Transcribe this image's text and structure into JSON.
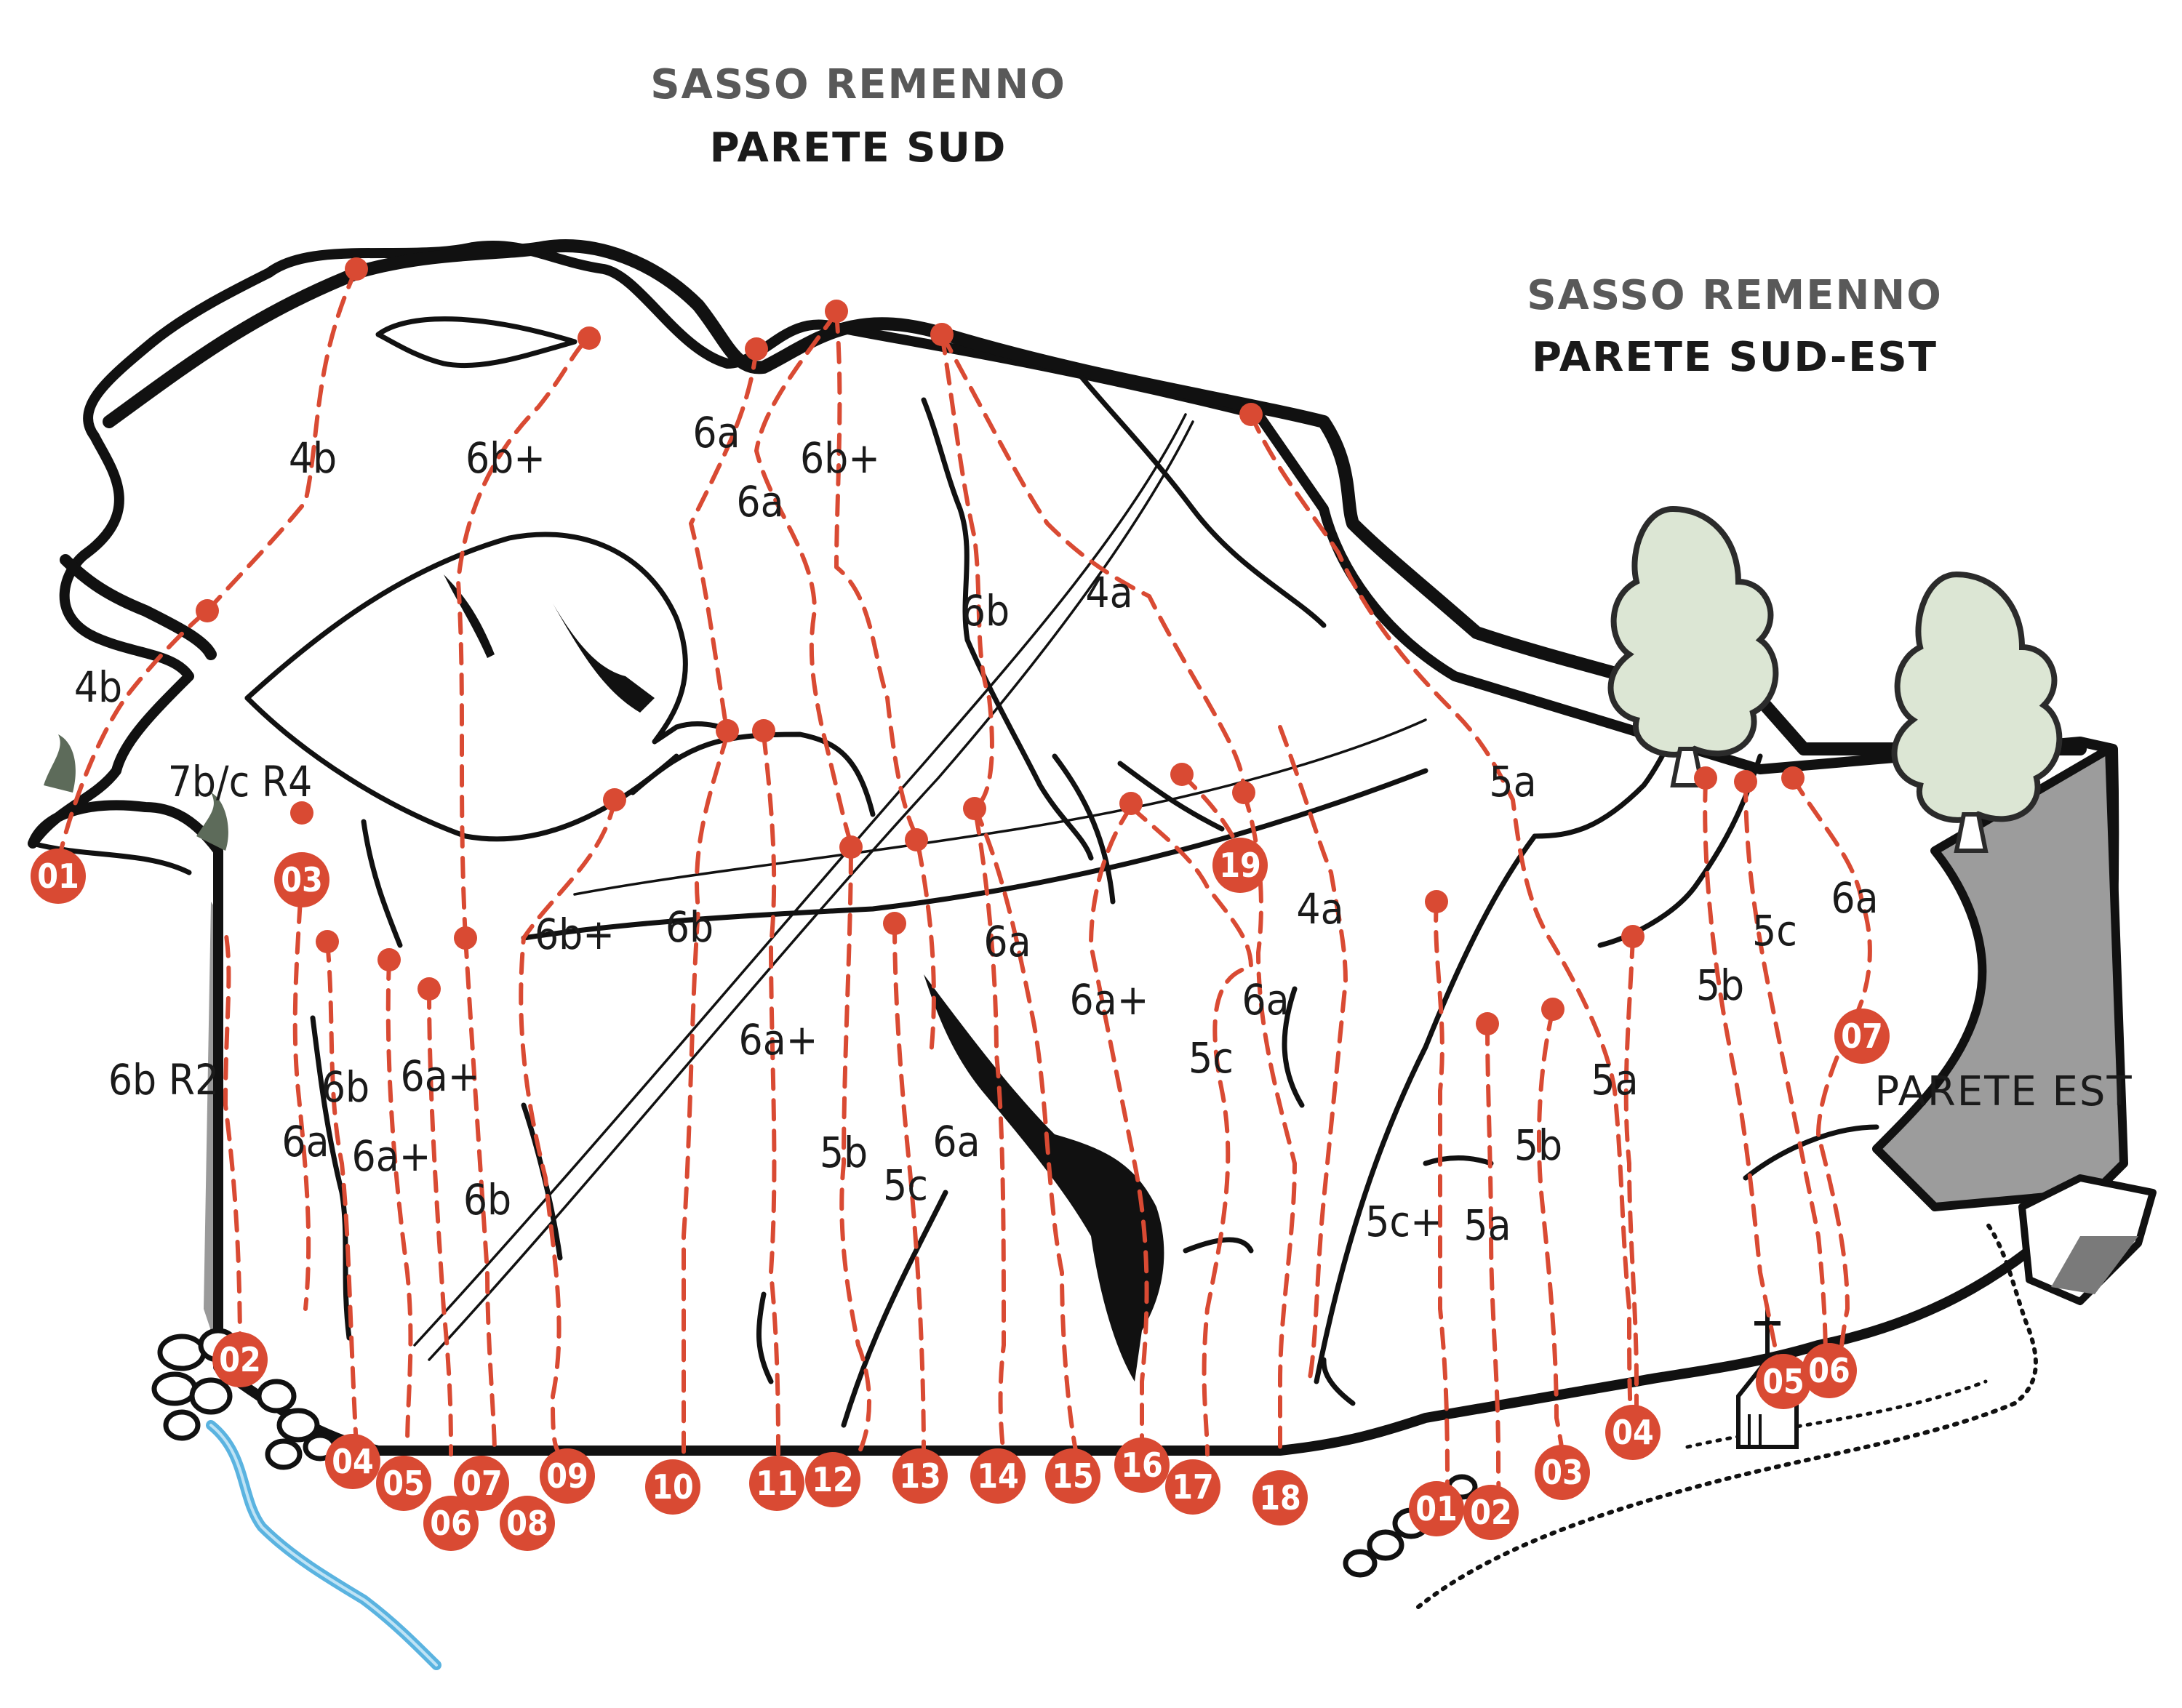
{
  "header_sud": {
    "line1": "SASSO REMENNO",
    "line2": "PARETE SUD"
  },
  "header_sudest": {
    "line1": "SASSO REMENNO",
    "line2": "PARETE SUD-EST"
  },
  "parete_est_label": "PARETE EST",
  "colors": {
    "route": "#d94a33",
    "rock_outline": "#111111",
    "east_face": "#9c9c9c",
    "tree": "#dce6d4",
    "river": "#5ab3e0"
  },
  "grades": [
    "4b",
    "6b+",
    "4b",
    "7b/c R4",
    "6a",
    "6b+",
    "6a",
    "6b",
    "4a",
    "6b+",
    "6b",
    "6a",
    "6a+",
    "6a+",
    "4a",
    "6a",
    "5c",
    "5a",
    "5c",
    "6a",
    "6b R2",
    "6b",
    "6a+",
    "6a",
    "6a+",
    "6b",
    "5b",
    "5c",
    "6a",
    "5a",
    "5b",
    "5c+",
    "5a",
    "5b"
  ],
  "route_numbers_sud": [
    "01",
    "02",
    "03",
    "04",
    "05",
    "06",
    "07",
    "08",
    "09",
    "10",
    "11",
    "12",
    "13",
    "14",
    "15",
    "16",
    "17",
    "18",
    "19"
  ],
  "route_numbers_sudest": [
    "01",
    "02",
    "03",
    "04",
    "05",
    "06",
    "07"
  ]
}
